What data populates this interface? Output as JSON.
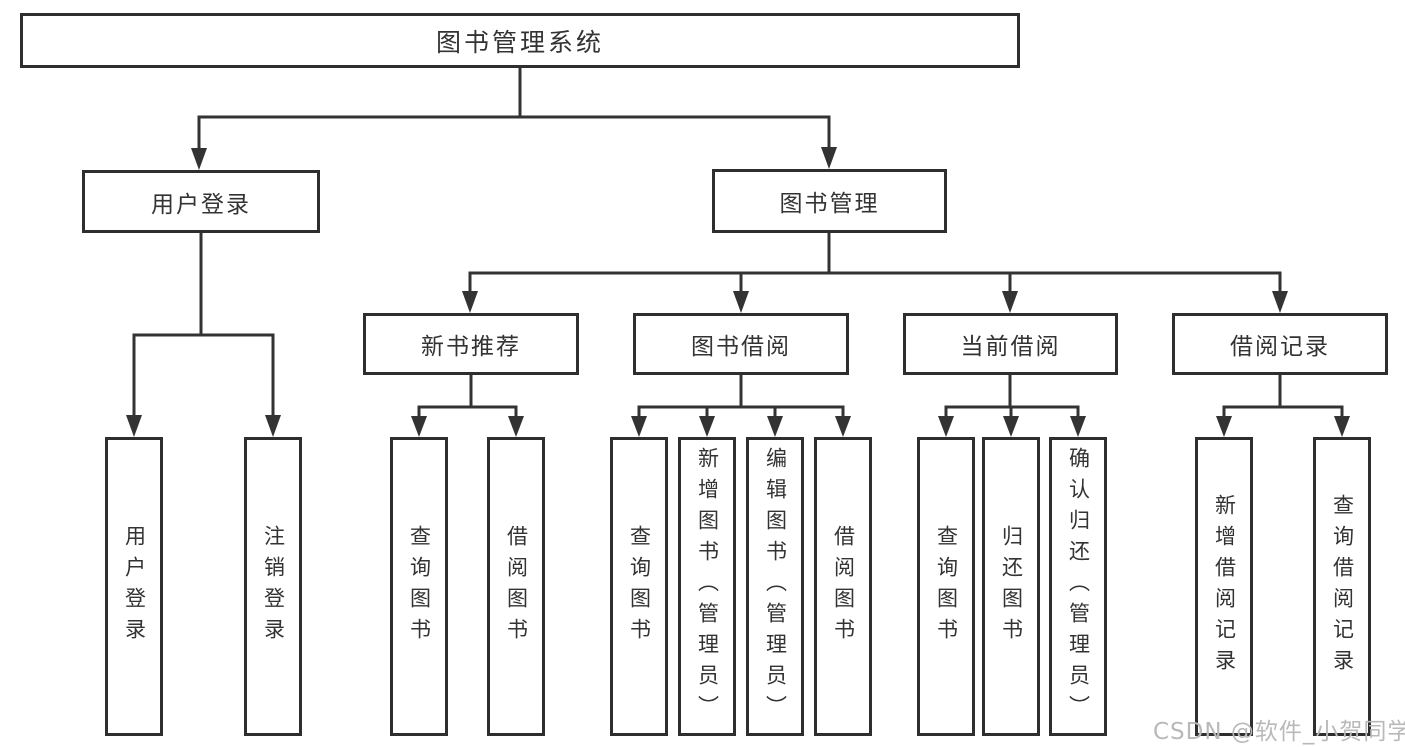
{
  "tree": {
    "label": "图书管理系统",
    "children": [
      {
        "label": "用户登录",
        "children": [
          {
            "label": "用户登录"
          },
          {
            "label": "注销登录"
          }
        ]
      },
      {
        "label": "图书管理",
        "children": [
          {
            "label": "新书推荐",
            "children": [
              {
                "label": "查询图书"
              },
              {
                "label": "借阅图书"
              }
            ]
          },
          {
            "label": "图书借阅",
            "children": [
              {
                "label": "查询图书"
              },
              {
                "label": "新增图书（管理员）"
              },
              {
                "label": "编辑图书（管理员）"
              },
              {
                "label": "借阅图书"
              }
            ]
          },
          {
            "label": "当前借阅",
            "children": [
              {
                "label": "查询图书"
              },
              {
                "label": "归还图书"
              },
              {
                "label": "确认归还（管理员）"
              }
            ]
          },
          {
            "label": "借阅记录",
            "children": [
              {
                "label": "新增借阅记录"
              },
              {
                "label": "查询借阅记录"
              }
            ]
          }
        ]
      }
    ]
  },
  "watermark": {
    "text": "CSDN @软件_小贺同学"
  },
  "colors": {
    "background": "#ffffff",
    "line": "#333333",
    "box_border": "#2e2e2e",
    "text": "#333333",
    "watermark": "#b9b9b9"
  }
}
